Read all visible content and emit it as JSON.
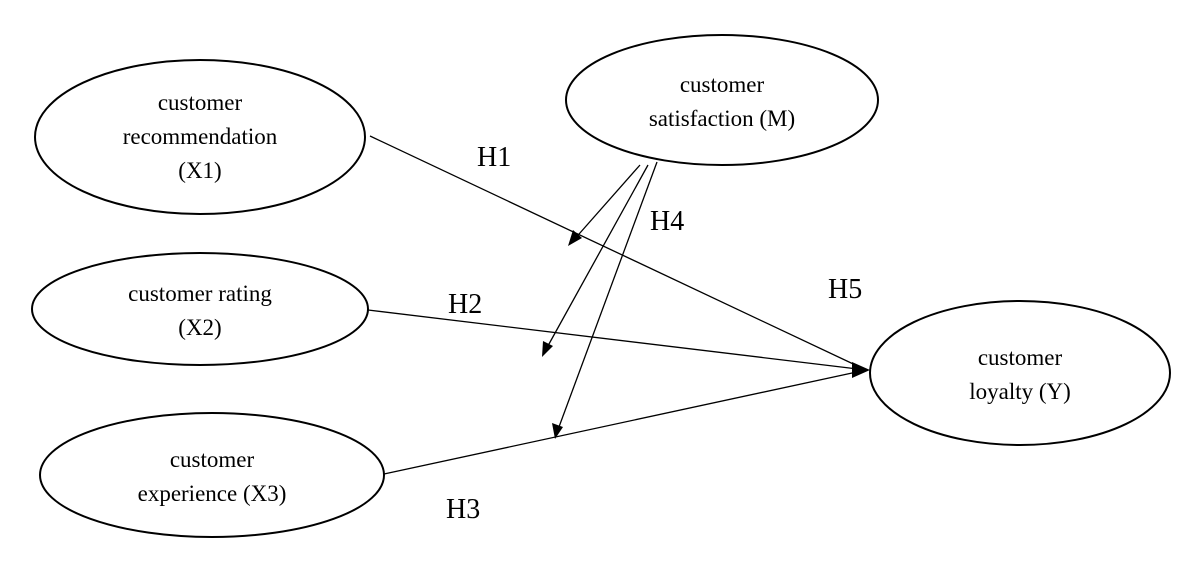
{
  "nodes": {
    "x1": {
      "lines": [
        "customer",
        "recommendation",
        "(X1)"
      ]
    },
    "x2": {
      "lines": [
        "customer rating",
        "(X2)"
      ]
    },
    "x3": {
      "lines": [
        "customer",
        "experience (X3)"
      ]
    },
    "m": {
      "lines": [
        "customer",
        "satisfaction (M)"
      ]
    },
    "y": {
      "lines": [
        "customer",
        "loyalty (Y)"
      ]
    }
  },
  "hypotheses": {
    "h1": "H1",
    "h2": "H2",
    "h3": "H3",
    "h4": "H4",
    "h5": "H5"
  },
  "colors": {
    "stroke": "#000000",
    "background": "#ffffff"
  }
}
